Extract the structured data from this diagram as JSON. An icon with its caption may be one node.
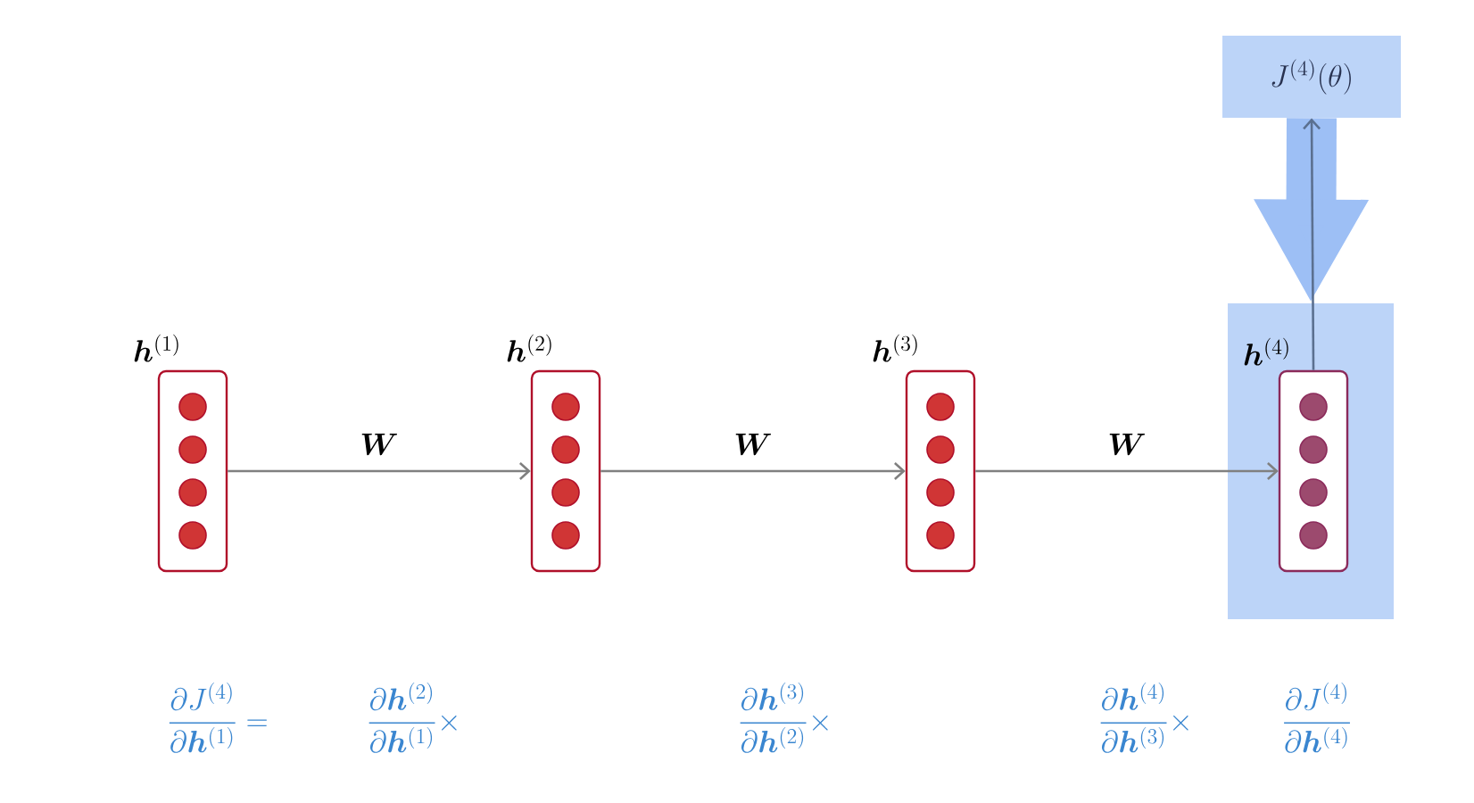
{
  "diagram": {
    "nodes": [
      {
        "text": [
          "\\boldsymbol{h}^{(1)}"
        ]
      },
      {
        "text": [
          "\\boldsymbol{h}^{(2)}"
        ]
      },
      {
        "text": [
          "\\boldsymbol{h}^{(3)}"
        ]
      },
      {
        "text": [],
        "shape": "box"
      },
      {
        "text": [
          "\\boldsymbol{h}^{(4)}"
        ],
        "in": 3
      },
      {
        "text": [
          "J^{(4)}(\\theta)"
        ]
      }
    ],
    "edges": [
      {
        "from": 0,
        "to": 1,
        "arrow": "to",
        "label": "\\boldsymbol{W}"
      },
      {
        "from": 1,
        "to": 2,
        "arrow": "to",
        "label": "\\boldsymbol{W}"
      },
      {
        "from": 2,
        "to": 4,
        "arrow": "to",
        "label": "\\boldsymbol{W}"
      },
      {
        "from": 5,
        "to": 3,
        "arrow": "to",
        "style": "thick",
        "color": "#9dbff5"
      },
      {
        "from": 4,
        "to": 5,
        "arrow": "to",
        "color": "#5b7090"
      }
    ],
    "labels": [
      "\\frac{\\partial J^{(4)}}{\\partial \\boldsymbol{h}^{(1)}} =",
      "\\frac{\\partial \\boldsymbol{h}^{(2)}}{\\partial \\boldsymbol{h}^{(1)}}\\times",
      "\\frac{\\partial \\boldsymbol{h}^{(3)}}{\\partial \\boldsymbol{h}^{(2)}}\\times",
      "\\frac{\\partial \\boldsymbol{h}^{(4)}}{\\partial \\boldsymbol{h}^{(3)}}\\times",
      "\\frac{\\partial J^{(4)}}{\\partial \\boldsymbol{h}^{(4)}}"
    ]
  }
}
